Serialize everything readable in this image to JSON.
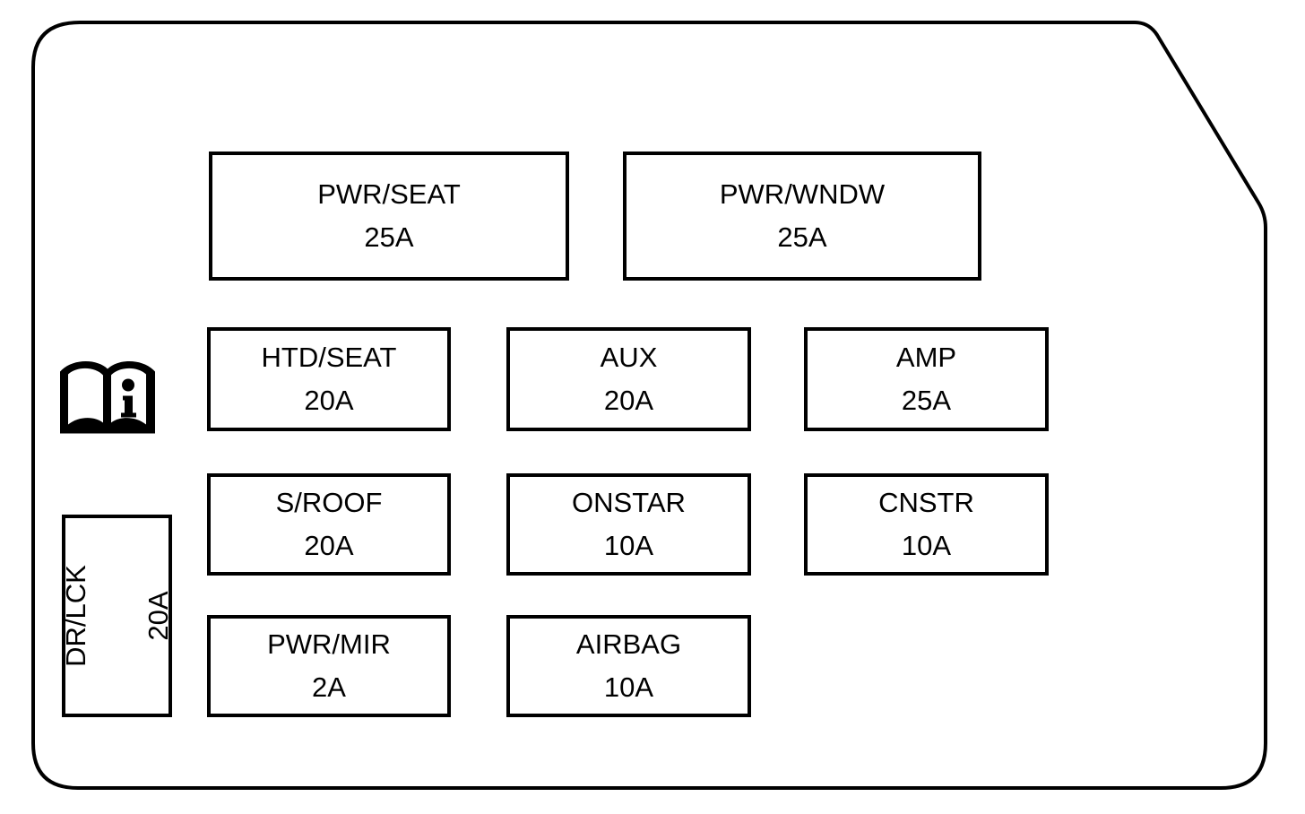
{
  "panel": {
    "kind": "fuse-block-diagram",
    "colors": {
      "line": "#000000",
      "background": "#ffffff"
    },
    "icons": {
      "manual_reference": "open-book-info-icon"
    }
  },
  "fuses": [
    {
      "label": "PWR/SEAT",
      "amperage": "25A"
    },
    {
      "label": "PWR/WNDW",
      "amperage": "25A"
    },
    {
      "label": "HTD/SEAT",
      "amperage": "20A"
    },
    {
      "label": "AUX",
      "amperage": "20A"
    },
    {
      "label": "AMP",
      "amperage": "25A"
    },
    {
      "label": "S/ROOF",
      "amperage": "20A"
    },
    {
      "label": "ONSTAR",
      "amperage": "10A"
    },
    {
      "label": "CNSTR",
      "amperage": "10A"
    },
    {
      "label": "PWR/MIR",
      "amperage": "2A"
    },
    {
      "label": "AIRBAG",
      "amperage": "10A"
    },
    {
      "label": "DR/LCK",
      "amperage": "20A"
    }
  ]
}
